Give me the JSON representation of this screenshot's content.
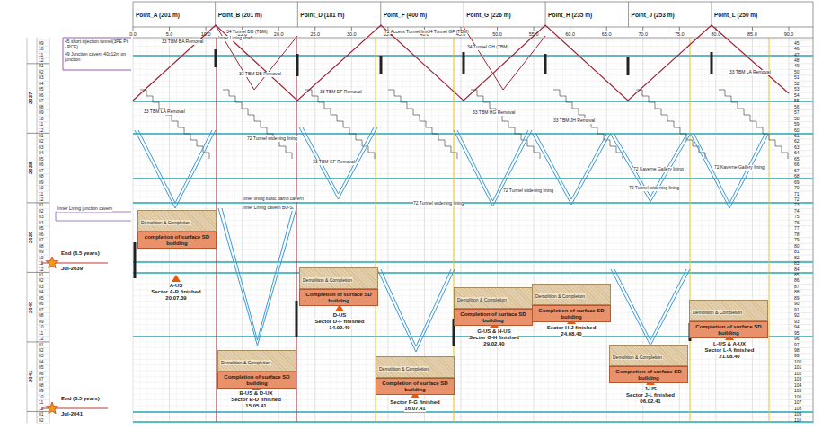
{
  "diagram": {
    "nodes": [
      {
        "text": [
          "Demolition & Completion"
        ]
      },
      {
        "text": [
          "completion of surface SD building"
        ]
      },
      {
        "text": [
          "Demolition & Completion"
        ]
      },
      {
        "text": [
          "Completion of surface SD building"
        ]
      },
      {
        "text": [
          "Demolition & Completion"
        ]
      },
      {
        "text": [
          "Completion of surface SD building"
        ]
      },
      {
        "text": [
          "Demolition & Completion"
        ]
      },
      {
        "text": [
          "Completion of surface SD building"
        ]
      },
      {
        "text": [
          "Demolition & Completion"
        ]
      },
      {
        "text": [
          "Completion of surface SD building"
        ]
      },
      {
        "text": [
          "Demolition & Completion"
        ]
      },
      {
        "text": [
          "Completion of surface SD building"
        ]
      },
      {
        "text": [
          "Demolition & Completion"
        ]
      },
      {
        "text": [
          "Completion of surface SD building"
        ]
      },
      {
        "text": [
          "Demolition & Completion"
        ]
      },
      {
        "text": [
          "Completion of surface SD building"
        ]
      }
    ],
    "labels": [
      "Point_A (201 m)",
      "Point_B (201 m)",
      "Point_D (181 m)",
      "Point_F (400 m)",
      "Point_G (226 m)",
      "Point_H (235 m)",
      "Point_J (253 m)",
      "Point_L (250 m)",
      "0.0",
      "5.0",
      "10.0",
      "15.0",
      "20.0",
      "25.0",
      "30.0",
      "35.0",
      "40.0",
      "45.0",
      "50.0",
      "55.0",
      "60.0",
      "65.0",
      "70.0",
      "75.0",
      "80.0",
      "85.0",
      "90.0",
      "2037",
      "2038",
      "2039",
      "2040",
      "2041",
      "09",
      "10",
      "11",
      "12",
      "01",
      "02",
      "03",
      "04",
      "05",
      "06",
      "07",
      "08",
      "09",
      "10",
      "11",
      "12",
      "01",
      "02",
      "03",
      "04",
      "05",
      "06",
      "07",
      "08",
      "09",
      "10",
      "11",
      "12",
      "01",
      "02",
      "03",
      "04",
      "05",
      "06",
      "07",
      "08",
      "09",
      "10",
      "11",
      "12",
      "01",
      "02",
      "03",
      "04",
      "05",
      "06",
      "07",
      "08",
      "09",
      "10",
      "11",
      "12",
      "01",
      "02",
      "03",
      "04",
      "05",
      "06",
      "07",
      "08",
      "09",
      "10",
      "11",
      "12",
      "01",
      "02",
      "45",
      "46",
      "47",
      "48",
      "49",
      "50",
      "51",
      "52",
      "53",
      "54",
      "55",
      "56",
      "57",
      "58",
      "59",
      "60",
      "61",
      "62",
      "63",
      "64",
      "65",
      "66",
      "67",
      "68",
      "69",
      "70",
      "71",
      "72",
      "73",
      "74",
      "75",
      "76",
      "77",
      "78",
      "79",
      "80",
      "81",
      "82",
      "83",
      "84",
      "85",
      "86",
      "87",
      "88",
      "89",
      "90",
      "91",
      "92",
      "93",
      "94",
      "95",
      "96",
      "97",
      "98",
      "99",
      "100",
      "101",
      "102",
      "103",
      "104",
      "105",
      "106",
      "107",
      "108",
      "109",
      "110",
      "45 short injection tunnel(3PE Pit - PCE)",
      "49 Junction cavern 40x12m on junction",
      "33 TBM BA Removal",
      "34 Tunnel DB (TBM)",
      "Inner Lining shaft",
      "72 Access Tunnel lining",
      "34 Tunnel GF (TBM)",
      "34 Tunnel GH (TBM)",
      "33 TBM LA Removal",
      "33 TBM DB Removal",
      "33 TBM DF Removal",
      "33 TBM HG Removal",
      "33 TBM JH Removal",
      "33 TBM LA Removal",
      "33 TBM GF Removal",
      "72 Tunnel widening lining",
      "72 Tunnel widening lining",
      "72 Tunnel widening lining",
      "72 Tunnel widening lining",
      "72 Kaverne Gallery lining",
      "72 Kaverne Gallery lining",
      "Inner Lining junction cavern",
      "Inner Lining cavern BU-S",
      "Inner lining basic damp cavern",
      "End (6.5 years)",
      "Jul-2039",
      "End (8.5 years)",
      "Jul-2041",
      "A-US",
      "Sector A-B finished",
      "20.07.39",
      "B-US & D-UX",
      "Sector B-D finished",
      "15.05.41",
      "D-US",
      "Sector D-F finished",
      "14.02.40",
      "Sector F-G finished",
      "16.07.41",
      "G-US & H-US",
      "Sector G-H finished",
      "29.02.40",
      "Sector H-J finished",
      "24.08.40",
      "J-US",
      "Sector J-L finished",
      "06.02.41",
      "L-US & A-UX",
      "Sector L-A finished",
      "21.08.40"
    ]
  }
}
